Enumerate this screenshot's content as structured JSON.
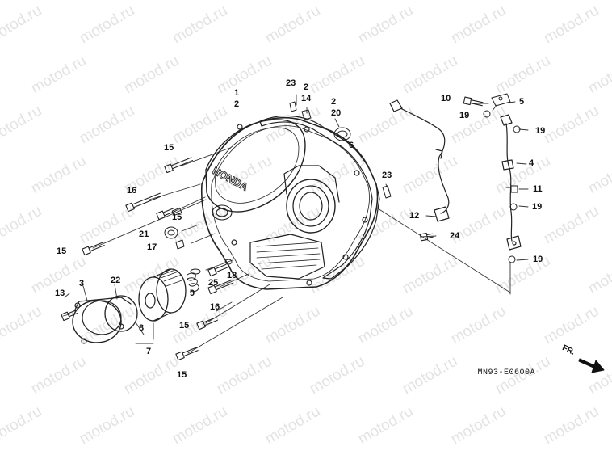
{
  "watermark_text": "motod.ru",
  "front_label": "FR.",
  "diagram_code": "MN93-E0600A",
  "callouts": [
    {
      "text": "1"
    },
    {
      "text": "2"
    },
    {
      "text": "23"
    },
    {
      "text": "2"
    },
    {
      "text": "14"
    },
    {
      "text": "2"
    },
    {
      "text": "20"
    },
    {
      "text": "6"
    },
    {
      "text": "15"
    },
    {
      "text": "16"
    },
    {
      "text": "15"
    },
    {
      "text": "21"
    },
    {
      "text": "17"
    },
    {
      "text": "15"
    },
    {
      "text": "23"
    },
    {
      "text": "18"
    },
    {
      "text": "25"
    },
    {
      "text": "9"
    },
    {
      "text": "16"
    },
    {
      "text": "22"
    },
    {
      "text": "3"
    },
    {
      "text": "13"
    },
    {
      "text": "8"
    },
    {
      "text": "15"
    },
    {
      "text": "7"
    },
    {
      "text": "15"
    },
    {
      "text": "10"
    },
    {
      "text": "5"
    },
    {
      "text": "19"
    },
    {
      "text": "19"
    },
    {
      "text": "4"
    },
    {
      "text": "11"
    },
    {
      "text": "19"
    },
    {
      "text": "12"
    },
    {
      "text": "24"
    },
    {
      "text": "19"
    }
  ]
}
